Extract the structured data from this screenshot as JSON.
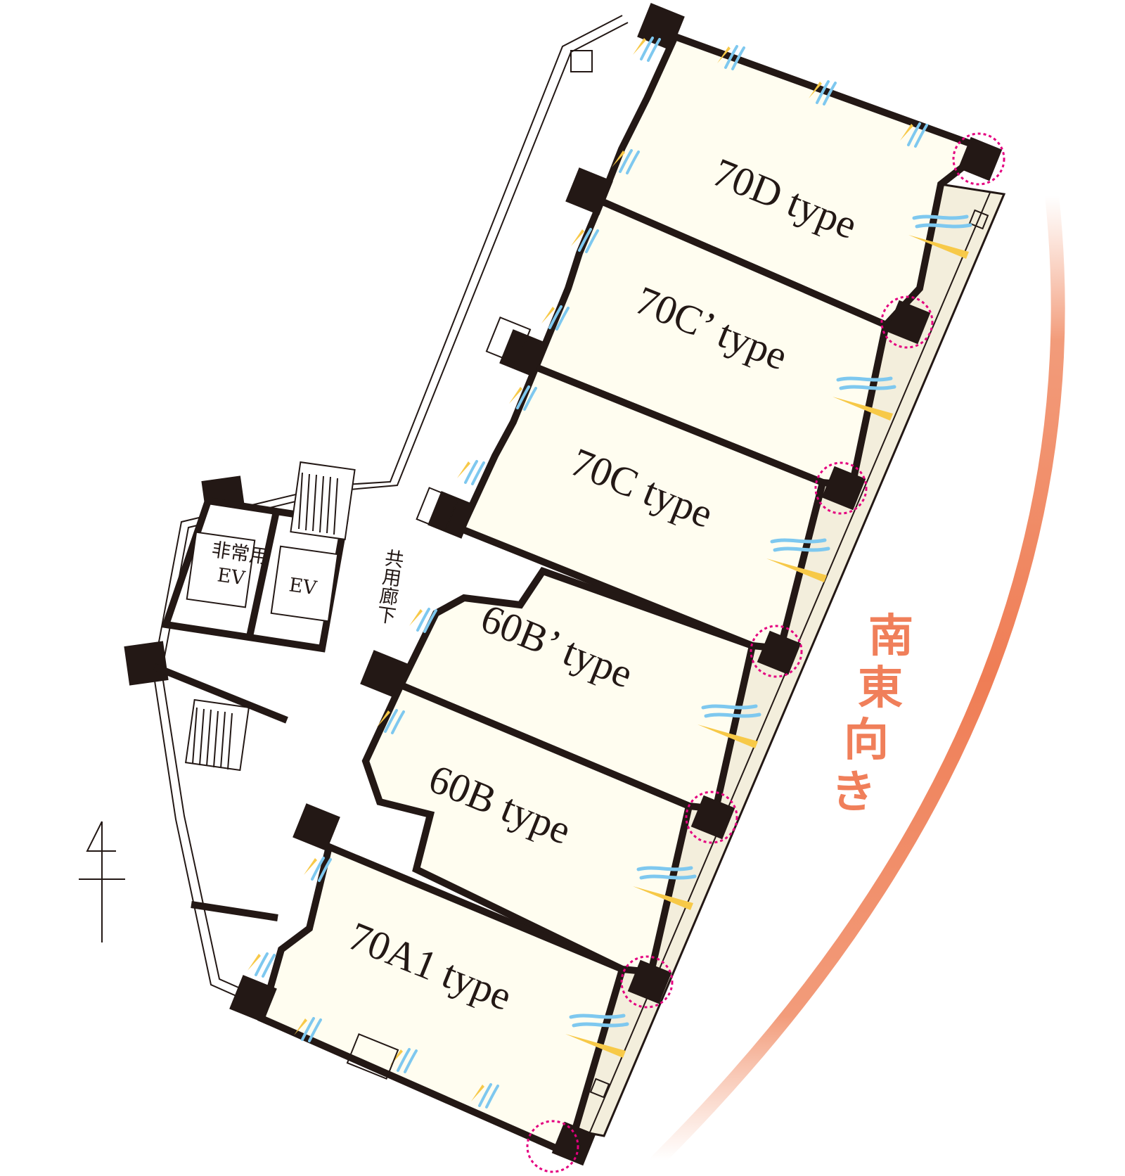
{
  "units": [
    {
      "id": "70D",
      "label": "70D type"
    },
    {
      "id": "70Cp",
      "label": "70C’ type"
    },
    {
      "id": "70C",
      "label": "70C type"
    },
    {
      "id": "60Bp",
      "label": "60B’ type"
    },
    {
      "id": "60B",
      "label": "60B type"
    },
    {
      "id": "70A1",
      "label": "70A1 type"
    }
  ],
  "core": {
    "emergency_ev_line1": "非常用",
    "emergency_ev_line2": "EV",
    "ev": "EV",
    "corridor": "共用廊下"
  },
  "orientation": {
    "text": "南東向き",
    "color": "#f07f5a"
  },
  "colors": {
    "unit_fill": "#fffdf0",
    "balcony_fill": "#f3eedc",
    "wall": "#231815",
    "wind": "#7ec8ef",
    "light": "#f7c948",
    "column_marker": "#e4007f"
  },
  "icons": [
    "north-arrow-icon",
    "wind-icon",
    "sunlight-icon",
    "column-marker-icon",
    "stair-icon"
  ]
}
